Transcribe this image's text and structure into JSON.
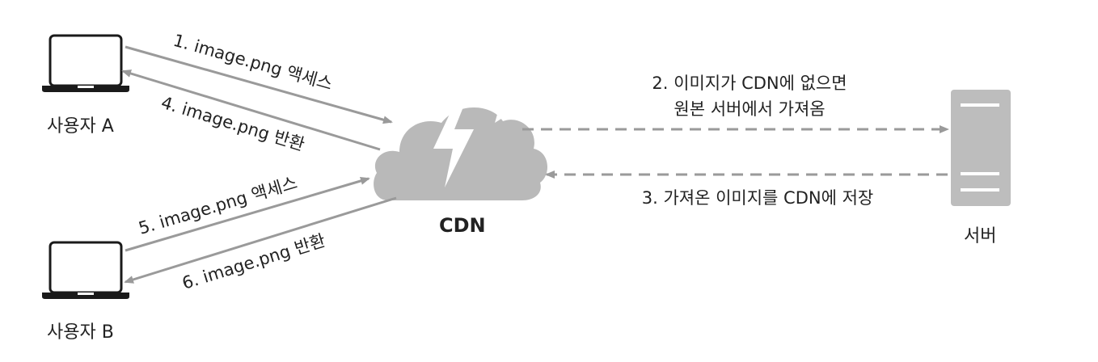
{
  "nodes": {
    "user_a": "사용자 A",
    "user_b": "사용자 B",
    "cdn": "CDN",
    "server": "서버"
  },
  "edges": {
    "e1": "1. image.png 액세스",
    "e2_line1": "2. 이미지가 CDN에 없으면",
    "e2_line2": "원본 서버에서 가져옴",
    "e3": "3. 가져온 이미지를 CDN에 저장",
    "e4": "4. image.png 반환",
    "e5": "5. image.png 액세스",
    "e6": "6. image.png 반환"
  },
  "colors": {
    "arrow": "#9a9a9a",
    "cloud": "#b9b9b9",
    "server": "#bdbdbd",
    "laptop": "#1a1a1a",
    "text": "#222222"
  },
  "icons": [
    "laptop-icon",
    "cloud-icon",
    "server-icon"
  ]
}
